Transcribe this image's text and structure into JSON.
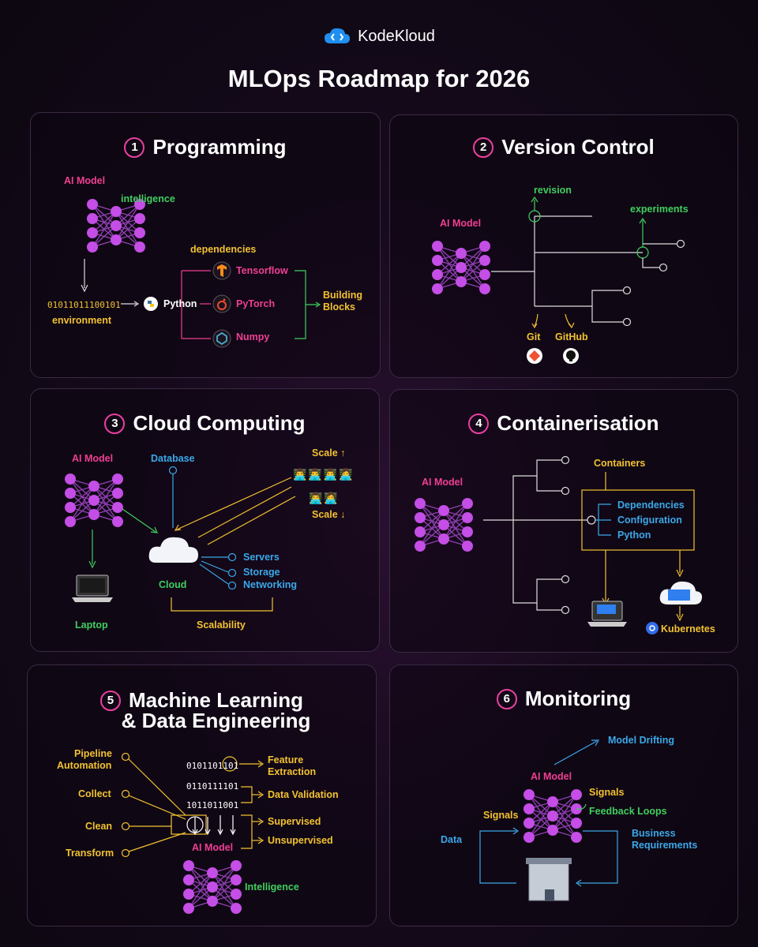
{
  "brand": "KodeKloud",
  "title": "MLOps Roadmap for 2026",
  "colors": {
    "pink": "#ef3f93",
    "green": "#3fcf5e",
    "yellow": "#f2c230",
    "cyan": "#3aa8e8",
    "node": "#c44ee6"
  },
  "p1": {
    "num": "1",
    "title": "Programming",
    "ai_model": "AI Model",
    "intelligence": "intelligence",
    "binary": "01011011100101",
    "environment": "environment",
    "python": "Python",
    "dependencies": "dependencies",
    "libs": [
      "Tensorflow",
      "PyTorch",
      "Numpy"
    ],
    "blocks": [
      "Building",
      "Blocks"
    ]
  },
  "p2": {
    "num": "2",
    "title": "Version Control",
    "ai_model": "AI Model",
    "revision": "revision",
    "experiments": "experiments",
    "git": "Git",
    "github": "GitHub"
  },
  "p3": {
    "num": "3",
    "title": "Cloud Computing",
    "ai_model": "AI Model",
    "database": "Database",
    "scale_up": "Scale ↑",
    "scale_down": "Scale ↓",
    "cloud": "Cloud",
    "services": [
      "Servers",
      "Storage",
      "Networking"
    ],
    "laptop": "Laptop",
    "scalability": "Scalability"
  },
  "p4": {
    "num": "4",
    "title": "Containerisation",
    "ai_model": "AI Model",
    "containers": "Containers",
    "items": [
      "Dependencies",
      "Configuration",
      "Python"
    ],
    "kubernetes": "Kubernetes"
  },
  "p5": {
    "num": "5",
    "title1": "Machine Learning",
    "title2": "& Data Engineering",
    "steps": [
      "Pipeline",
      "Automation",
      "Collect",
      "Clean",
      "Transform"
    ],
    "binaries": [
      "0101101101",
      "0110111101",
      "1011011001"
    ],
    "outputs": [
      "Feature",
      "Extraction",
      "Data Validation",
      "Supervised",
      "Unsupervised"
    ],
    "ai_model": "AI Model",
    "intelligence": "Intelligence"
  },
  "p6": {
    "num": "6",
    "title": "Monitoring",
    "model_drifting": "Model Drifting",
    "ai_model": "AI Model",
    "signals_right": "Signals",
    "signals_left": "Signals",
    "feedback": "Feedback Loops",
    "data": "Data",
    "business1": "Business",
    "business2": "Requirements"
  }
}
